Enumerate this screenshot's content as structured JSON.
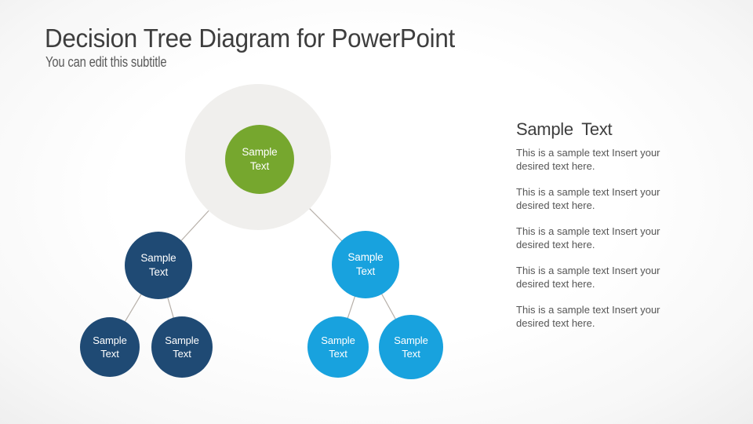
{
  "slide": {
    "title": "Decision Tree Diagram for PowerPoint",
    "subtitle": "You can edit this subtitle"
  },
  "diagram": {
    "nodes": {
      "root": {
        "label": "Sample Text"
      },
      "left_parent": {
        "label": "Sample Text"
      },
      "left_child_1": {
        "label": "Sample Text"
      },
      "left_child_2": {
        "label": "Sample Text"
      },
      "right_parent": {
        "label": "Sample Text"
      },
      "right_child_1": {
        "label": "Sample Text"
      },
      "right_child_2": {
        "label": "Sample Text"
      }
    },
    "colors": {
      "root_node": "#76a72e",
      "root_halo": "#f0efed",
      "left_branch": "#1f4a74",
      "right_branch": "#18a2de",
      "connector": "#b7b0a9"
    }
  },
  "panel": {
    "heading": "Sample Text",
    "paragraphs": [
      "This is a sample text Insert your desired text here.",
      "This is a sample text Insert your desired text here.",
      "This is a sample text Insert your desired text here.",
      "This is a sample text Insert your desired text here.",
      "This is a sample text Insert your desired text here."
    ]
  }
}
